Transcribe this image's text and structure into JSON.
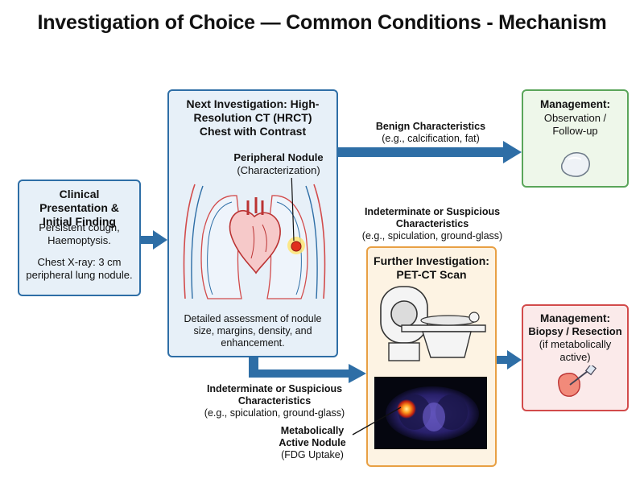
{
  "title": "Investigation of Choice — Common Conditions - Mechanism",
  "clinical": {
    "heading": "Clinical Presentation & Initial Finding",
    "symptoms": "Persistent cough, Haemoptysis.",
    "xray": "Chest X-ray: 3 cm peripheral lung nodule."
  },
  "hrct": {
    "heading": "Next Investigation: High-Resolution CT (HRCT) Chest with Contrast",
    "nodule_label": "Peripheral Nodule",
    "nodule_sub": "(Characterization)",
    "assessment": "Detailed assessment of nodule size, margins, density, and enhancement."
  },
  "benign": {
    "heading": "Benign Characteristics",
    "examples": "(e.g., calcification, fat)"
  },
  "suspicious_top": {
    "heading": "Indeterminate or Suspicious Characteristics",
    "examples": "(e.g., spiculation, ground-glass)"
  },
  "suspicious_bottom": {
    "heading": "Indeterminate or Suspicious Characteristics",
    "examples": "(e.g., spiculation, ground-glass)"
  },
  "observation": {
    "heading": "Management:",
    "text": "Observation / Follow-up"
  },
  "petct": {
    "heading": "Further Investigation: PET-CT Scan",
    "nodule_label": "Metabolically Active Nodule",
    "nodule_sub": "(FDG Uptake)"
  },
  "biopsy": {
    "heading": "Management:",
    "text_bold": "Biopsy / Resection",
    "text": "(if metabolically active)"
  },
  "colors": {
    "blue": "#2e6ea6",
    "blue_fill": "#e7f0f8",
    "green": "#5aa55a",
    "green_fill": "#eef7ea",
    "orange": "#e8a044",
    "orange_fill": "#fdf3e3",
    "red": "#d24b4b",
    "red_fill": "#fbeaea"
  }
}
